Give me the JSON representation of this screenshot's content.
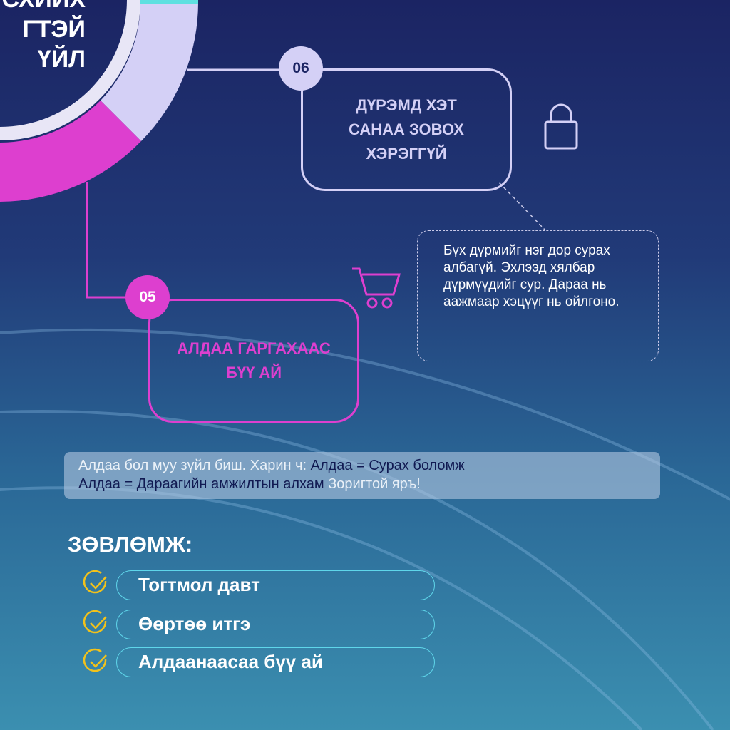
{
  "title_fragment": [
    "СХИЙХ",
    "ГТЭЙ",
    "ҮЙЛ"
  ],
  "steps": [
    {
      "number": "06",
      "label": "ДҮРЭМД ХЭТ САНАА ЗОВОХ ХЭРЭГГҮЙ",
      "icon": "lock-icon",
      "color": "#d4d0f6"
    },
    {
      "number": "05",
      "label": "АЛДАА ГАРГАХААС БҮҮ АЙ",
      "icon": "shopping-cart-icon",
      "color": "#dd3fcf"
    }
  ],
  "note": "Бүх дүрмийг нэг дор сурах албагүй. Эхлээд хялбар дүрмүүдийг сур. Дараа нь аажмаар хэцүүг нь ойлгоно.",
  "quote": {
    "part1": "Алдаа бол муу зүйл биш. Харин ч: ",
    "part2": "Алдаа = Сурах боломж",
    "part3": "Алдаа = Дараагийн амжилтын алхам",
    "part4": "  Зоригтой яръ!"
  },
  "tips": {
    "heading": "ЗӨВЛӨМЖ:",
    "items": [
      "Тогтмол давт",
      "Өөртөө итгэ",
      "Алдаанаасаа бүү ай"
    ]
  },
  "colors": {
    "magenta": "#dd3fcf",
    "lavender": "#d4d0f6",
    "cyan": "#5fe0e0",
    "check": "#f2c21b"
  }
}
